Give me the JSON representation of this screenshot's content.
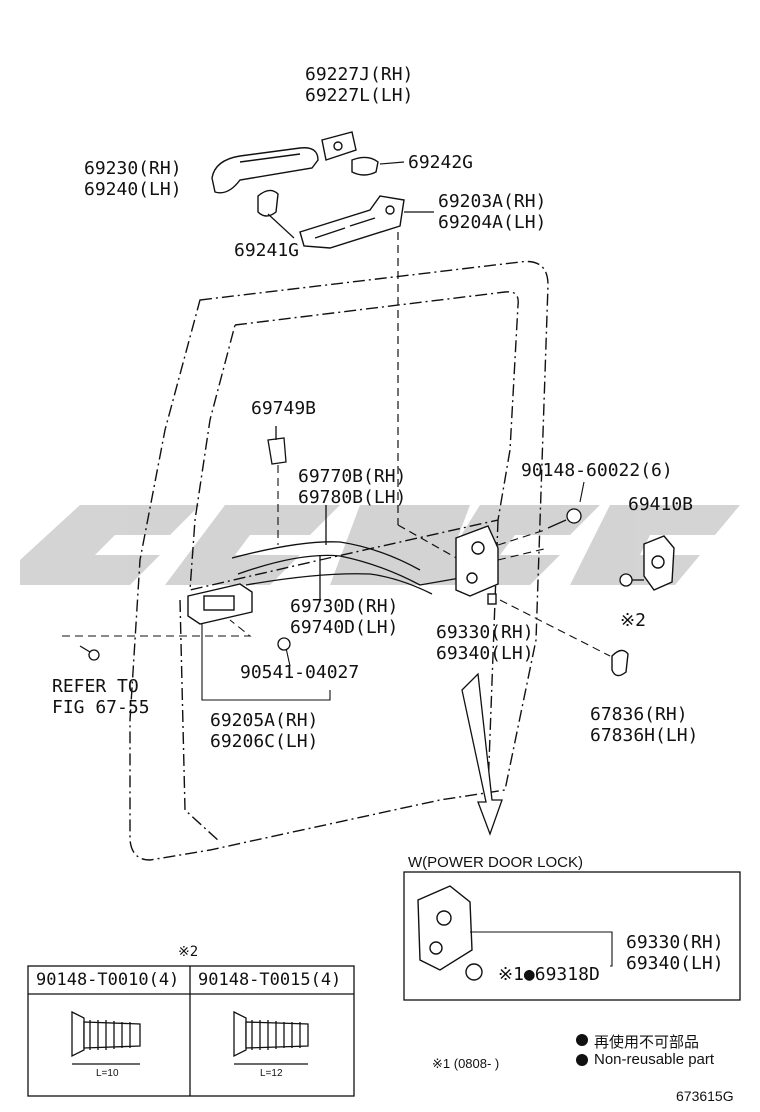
{
  "labels": {
    "p69227": [
      "69227J(RH)",
      "69227L(LH)"
    ],
    "p69230": [
      "69230(RH)",
      "69240(LH)"
    ],
    "p69242": "69242G",
    "p69203": [
      "69203A(RH)",
      "69204A(LH)"
    ],
    "p69241": "69241G",
    "p69749": "69749B",
    "p69770": [
      "69770B(RH)",
      "69780B(LH)"
    ],
    "p90148": "90148-60022(6)",
    "p69410": "69410B",
    "p69730": [
      "69730D(RH)",
      "69740D(LH)"
    ],
    "p69330": [
      "69330(RH)",
      "69340(LH)"
    ],
    "mark2": "※2",
    "refer": [
      "REFER TO",
      "FIG 67-55"
    ],
    "p90541": "90541-04027",
    "p69205": [
      "69205A(RH)",
      "69206C(LH)"
    ],
    "p67836": [
      "67836(RH)",
      "67836H(LH)"
    ]
  },
  "power_lock": {
    "title": "W(POWER DOOR LOCK)",
    "parts": [
      "69330(RH)",
      "69340(LH)"
    ],
    "sub_part_mark": "※1●69318D"
  },
  "screws": {
    "mark": "※2",
    "headers": [
      "90148-T0010(4)",
      "90148-T0015(4)"
    ],
    "lengths": [
      "L=10",
      "L=12"
    ]
  },
  "legend": {
    "jp": "再使用不可部品",
    "en": "Non-reusable part",
    "note1": "※1 (0808-     )"
  },
  "figure_id": "673615G",
  "colors": {
    "line": "#111111",
    "watermark": "#cfcfcf"
  }
}
